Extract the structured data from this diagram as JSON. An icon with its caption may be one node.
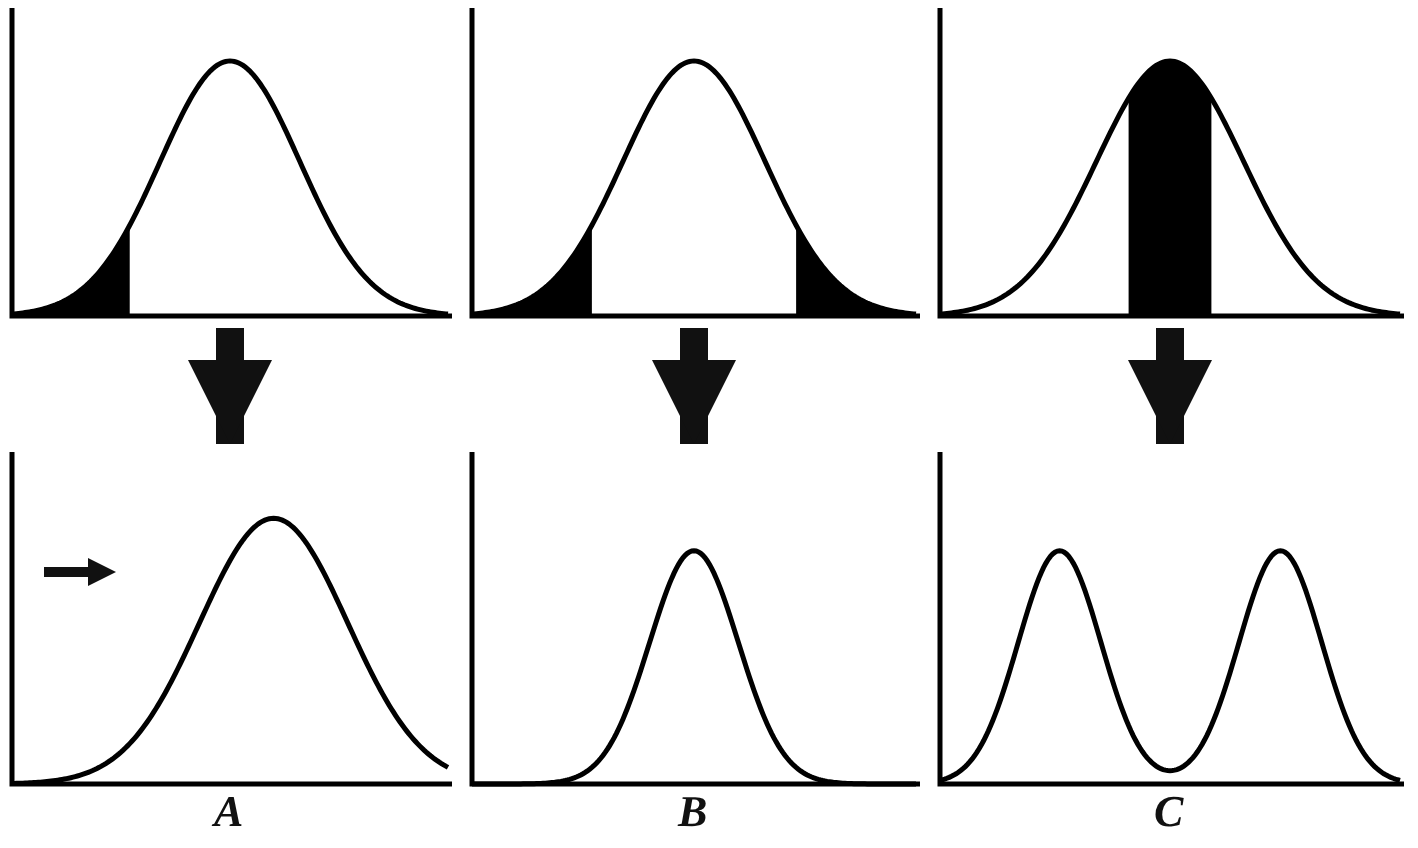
{
  "diagram": {
    "nodes": [
      {
        "text": [],
        "shape": "picture"
      },
      {
        "text": [],
        "shape": "picture"
      },
      {
        "text": [],
        "shape": "picture"
      },
      {
        "text": [],
        "shape": "picture",
        "beside": [
          "A"
        ]
      },
      {
        "text": [],
        "shape": "picture",
        "beside": [
          "B"
        ]
      },
      {
        "text": [],
        "shape": "picture",
        "beside": [
          "C"
        ]
      }
    ],
    "edges": [
      {
        "from": 0,
        "to": 3,
        "arrow": "to"
      },
      {
        "from": 1,
        "to": 4,
        "arrow": "to"
      },
      {
        "from": 2,
        "to": 5,
        "arrow": "to"
      }
    ]
  }
}
